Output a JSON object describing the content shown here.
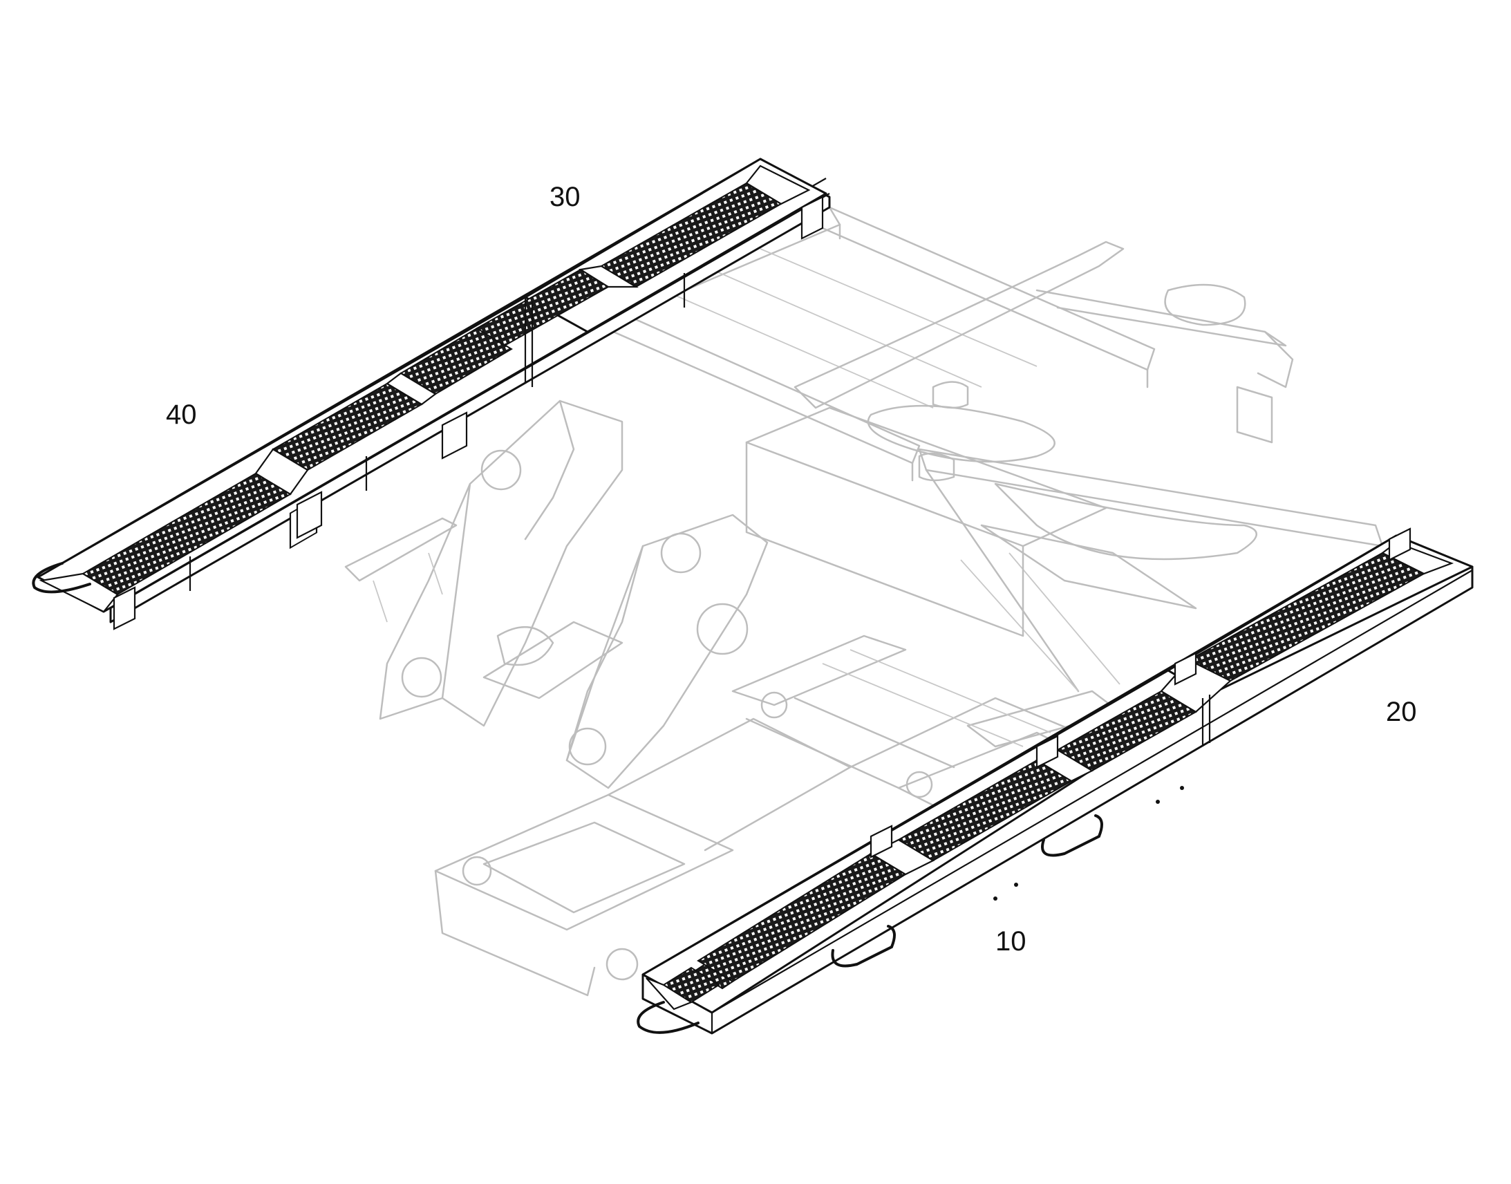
{
  "callouts": {
    "c10": "10",
    "c20": "20",
    "c30": "30",
    "c40": "40"
  }
}
